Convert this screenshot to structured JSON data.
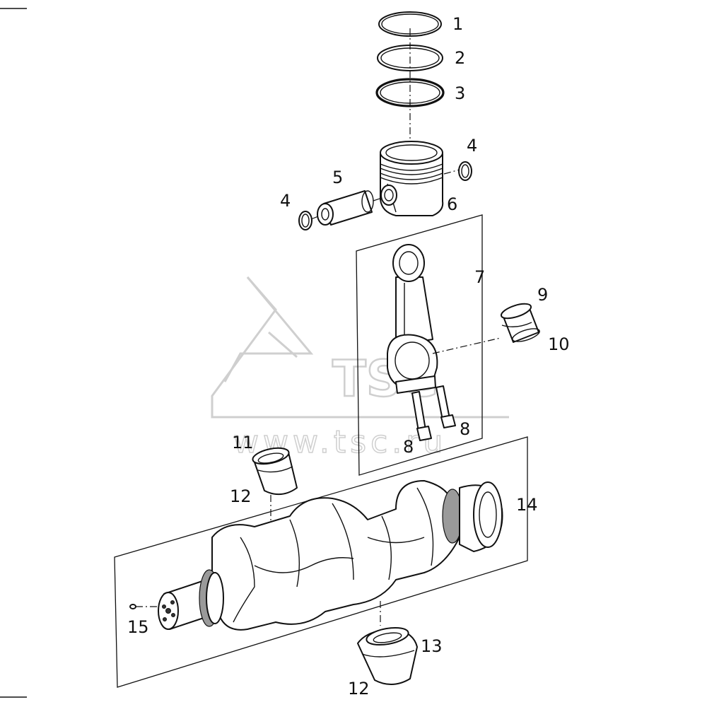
{
  "labels": {
    "l1": "1",
    "l2": "2",
    "l3": "3",
    "l4a": "4",
    "l4b": "4",
    "l5": "5",
    "l6": "6",
    "l7": "7",
    "l8a": "8",
    "l8b": "8",
    "l9": "9",
    "l10": "10",
    "l11": "11",
    "l12a": "12",
    "l12b": "12",
    "l13": "13",
    "l14": "14",
    "l15": "15"
  },
  "watermark": {
    "brand": "TSC",
    "url": "www.tsc.ru"
  },
  "colors": {
    "line": "#111111",
    "watermark": "#cfcfcf",
    "background": "#ffffff"
  }
}
